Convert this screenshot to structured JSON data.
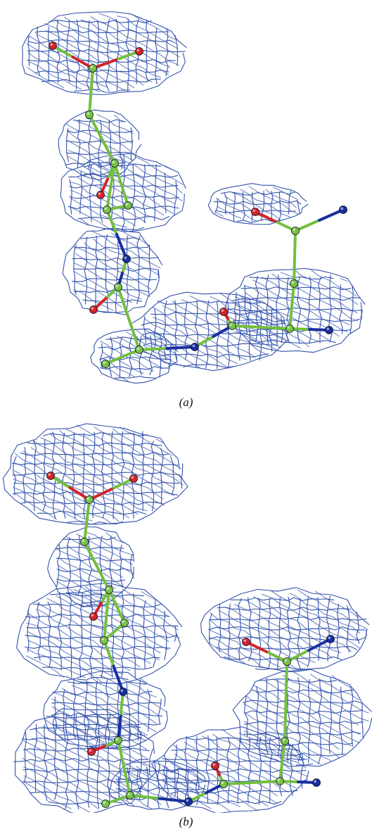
{
  "figure": {
    "panels": [
      {
        "id": "a",
        "label": "(a)"
      },
      {
        "id": "b",
        "label": "(b)"
      }
    ],
    "colors": {
      "mesh": "#2a4aa8",
      "carbon": "#79c247",
      "bond_carbon": "#73bf3f",
      "oxygen": "#d3242a",
      "nitrogen": "#1a2fa0"
    }
  }
}
